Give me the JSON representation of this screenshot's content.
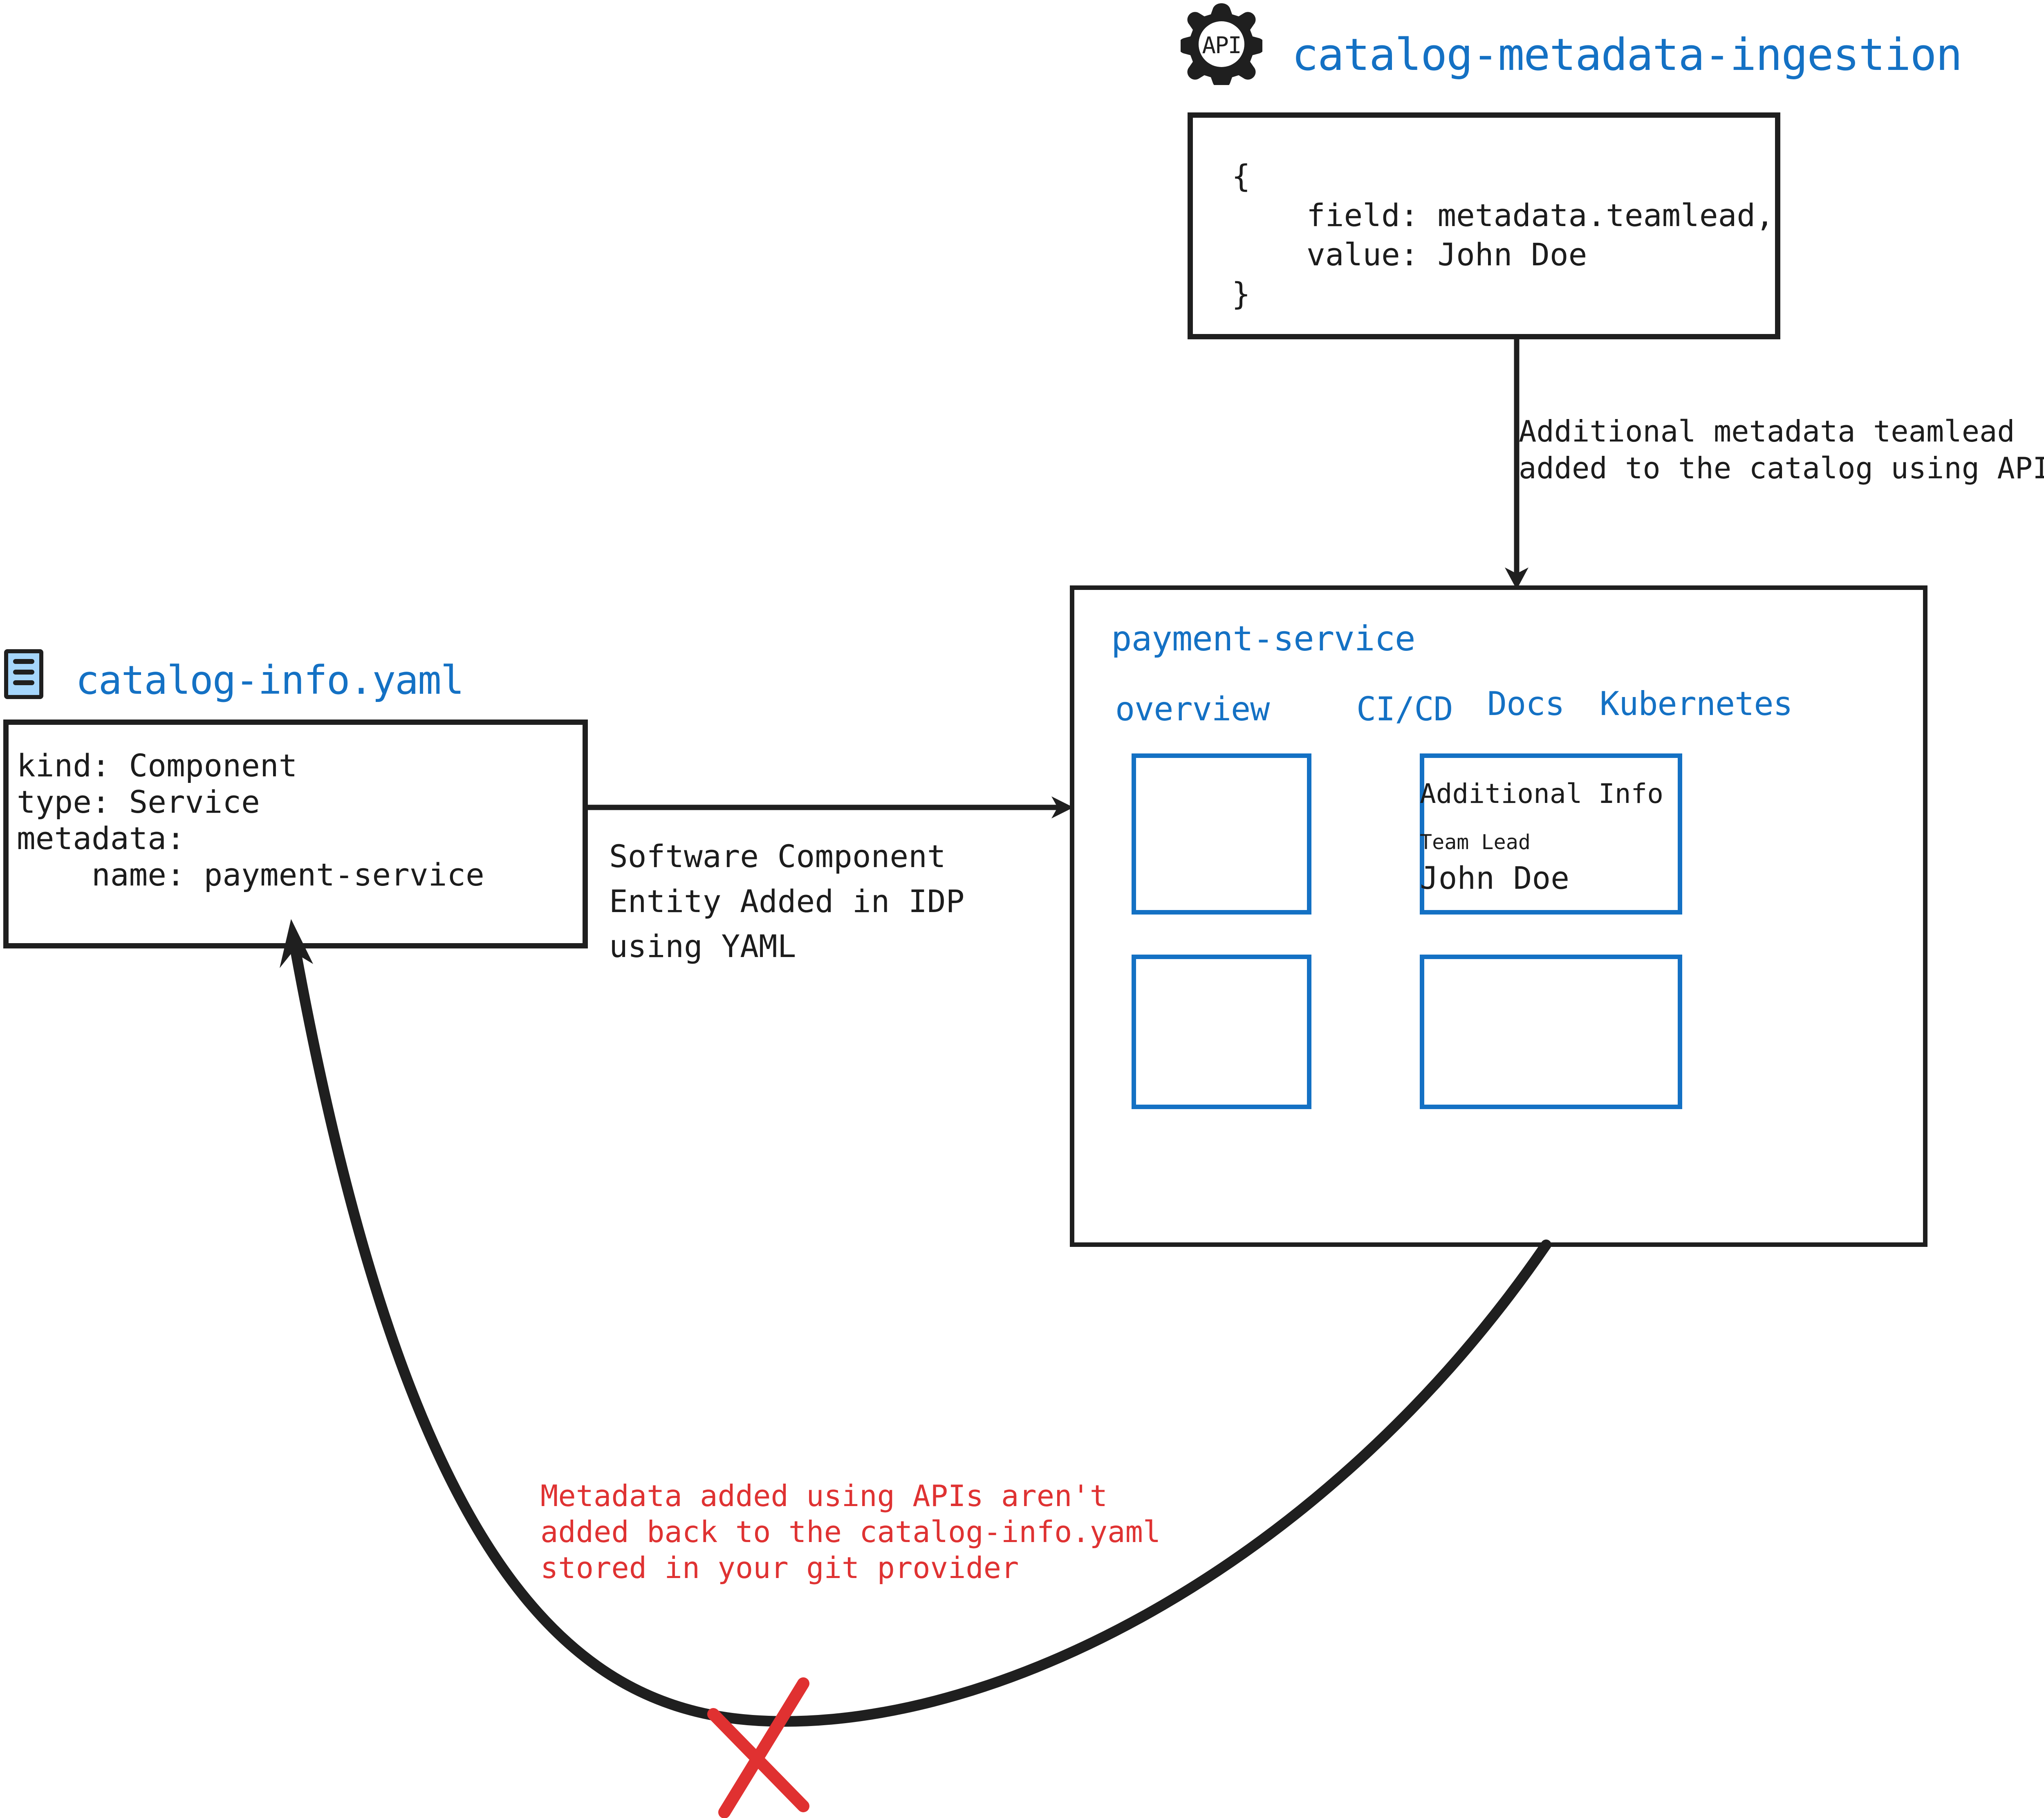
{
  "diagram": {
    "api_source": {
      "icon": "api-gear-icon",
      "icon_label": "API",
      "title": "catalog-metadata-ingestion",
      "payload_lines": "{\n    field: metadata.teamlead,\n    value: John Doe\n}",
      "payload_fields": [
        {
          "key": "field",
          "value": "metadata.teamlead"
        },
        {
          "key": "value",
          "value": "John Doe"
        }
      ]
    },
    "yaml_source": {
      "icon": "yaml-file-icon",
      "title": "catalog-info.yaml",
      "code_lines": "kind: Component\ntype: Service\nmetadata:\n    name: payment-service",
      "fields": [
        {
          "key": "kind",
          "value": "Component"
        },
        {
          "key": "type",
          "value": "Service"
        },
        {
          "key": "metadata",
          "value": ""
        },
        {
          "key": "name",
          "value": "payment-service"
        }
      ]
    },
    "edges": {
      "api_to_panel_label": "Additional metadata teamlead\nadded to the catalog using APIs",
      "yaml_to_panel_label": "Software Component\nEntity Added in IDP\nusing YAML",
      "panel_to_yaml_label": "Metadata added using APIs aren't\nadded back to the catalog-info.yaml\nstored in your git provider",
      "blocked_marker": "red-x-mark"
    },
    "panel": {
      "title": "payment-service",
      "tabs": [
        {
          "label": "overview"
        },
        {
          "label": "CI/CD"
        },
        {
          "label": "Docs"
        },
        {
          "label": "Kubernetes"
        }
      ],
      "cards": [
        {
          "id": "top-left",
          "title": ""
        },
        {
          "id": "top-right",
          "title": "Additional Info"
        },
        {
          "id": "bottom-left",
          "title": ""
        },
        {
          "id": "bottom-right",
          "title": ""
        }
      ],
      "additional_info": {
        "heading": "Additional Info",
        "field_label": "Team Lead",
        "field_value": "John Doe"
      }
    },
    "colors": {
      "accent_blue": "#1471c4",
      "warning_red": "#df3232",
      "ink": "#1f1f1f",
      "icon_fill": "#a5d6fc",
      "background": "#ffffff"
    }
  }
}
